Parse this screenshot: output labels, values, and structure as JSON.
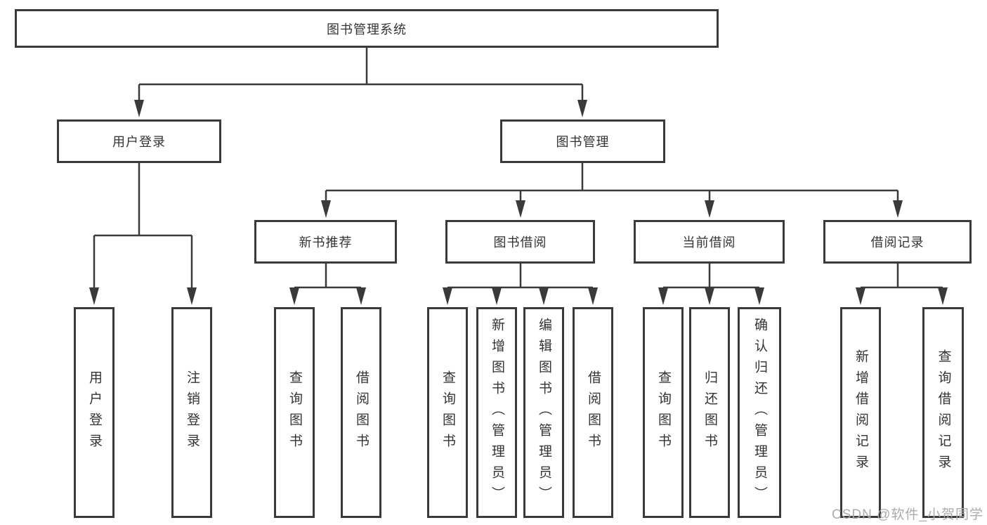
{
  "diagram": {
    "root": {
      "label": "图书管理系统"
    },
    "level2": [
      {
        "label": "用户登录",
        "children": [
          {
            "label": "用户登录"
          },
          {
            "label": "注销登录"
          }
        ]
      },
      {
        "label": "图书管理",
        "children": [
          {
            "label": "新书推荐",
            "children": [
              {
                "label": "查询图书"
              },
              {
                "label": "借阅图书"
              }
            ]
          },
          {
            "label": "图书借阅",
            "children": [
              {
                "label": "查询图书"
              },
              {
                "label": "新增图书（管理员）"
              },
              {
                "label": "编辑图书（管理员）"
              },
              {
                "label": "借阅图书"
              }
            ]
          },
          {
            "label": "当前借阅",
            "children": [
              {
                "label": "查询图书"
              },
              {
                "label": "归还图书"
              },
              {
                "label": "确认归还（管理员）"
              }
            ]
          },
          {
            "label": "借阅记录",
            "children": [
              {
                "label": "新增借阅记录"
              },
              {
                "label": "查询借阅记录"
              }
            ]
          }
        ]
      }
    ]
  },
  "watermark": {
    "text": "CSDN @软件_小贺同学"
  },
  "colors": {
    "line": "#3a3a3a",
    "text": "#333333",
    "watermark": "#ababab",
    "background": "#ffffff"
  }
}
